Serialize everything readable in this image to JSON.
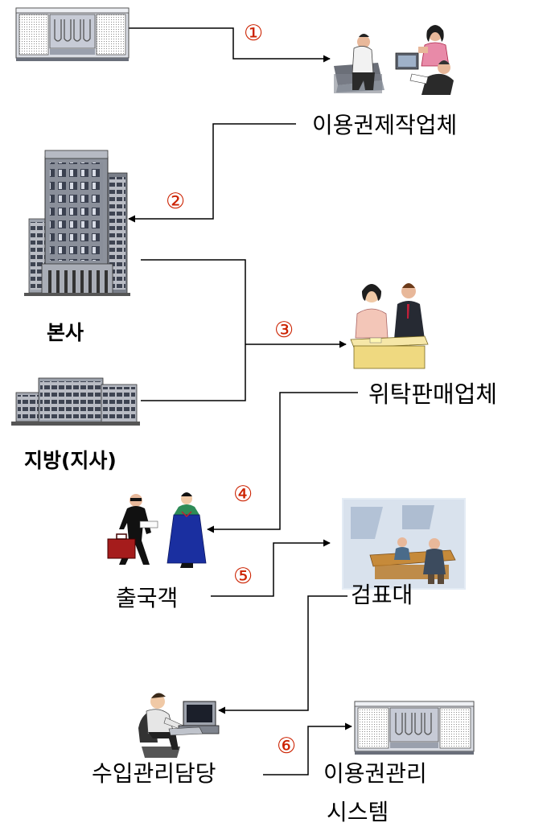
{
  "labels": {
    "producer": "이용권제작업체",
    "head_office": "본사",
    "branch": "지방(지사)",
    "agency": "위탁판매업체",
    "traveler": "출국객",
    "gate": "검표대",
    "manager": "수입관리담당",
    "system_line1": "이용권관리",
    "system_line2": "시스템"
  },
  "steps": {
    "s1": "①",
    "s2": "②",
    "s3": "③",
    "s4": "④",
    "s5": "⑤",
    "s6": "⑥"
  },
  "colors": {
    "step_number": "#cc2200",
    "connector": "#000000"
  },
  "icons": {
    "server_top": "server-rack-icon",
    "producer_people": "office-workers-icon",
    "head_office": "office-tower-icon",
    "branch": "low-office-building-icon",
    "agency": "sales-counter-icon",
    "traveler": "travelers-icon",
    "gate": "ticket-check-desk-icon",
    "manager": "computer-operator-icon",
    "server_bottom": "server-rack-icon"
  }
}
